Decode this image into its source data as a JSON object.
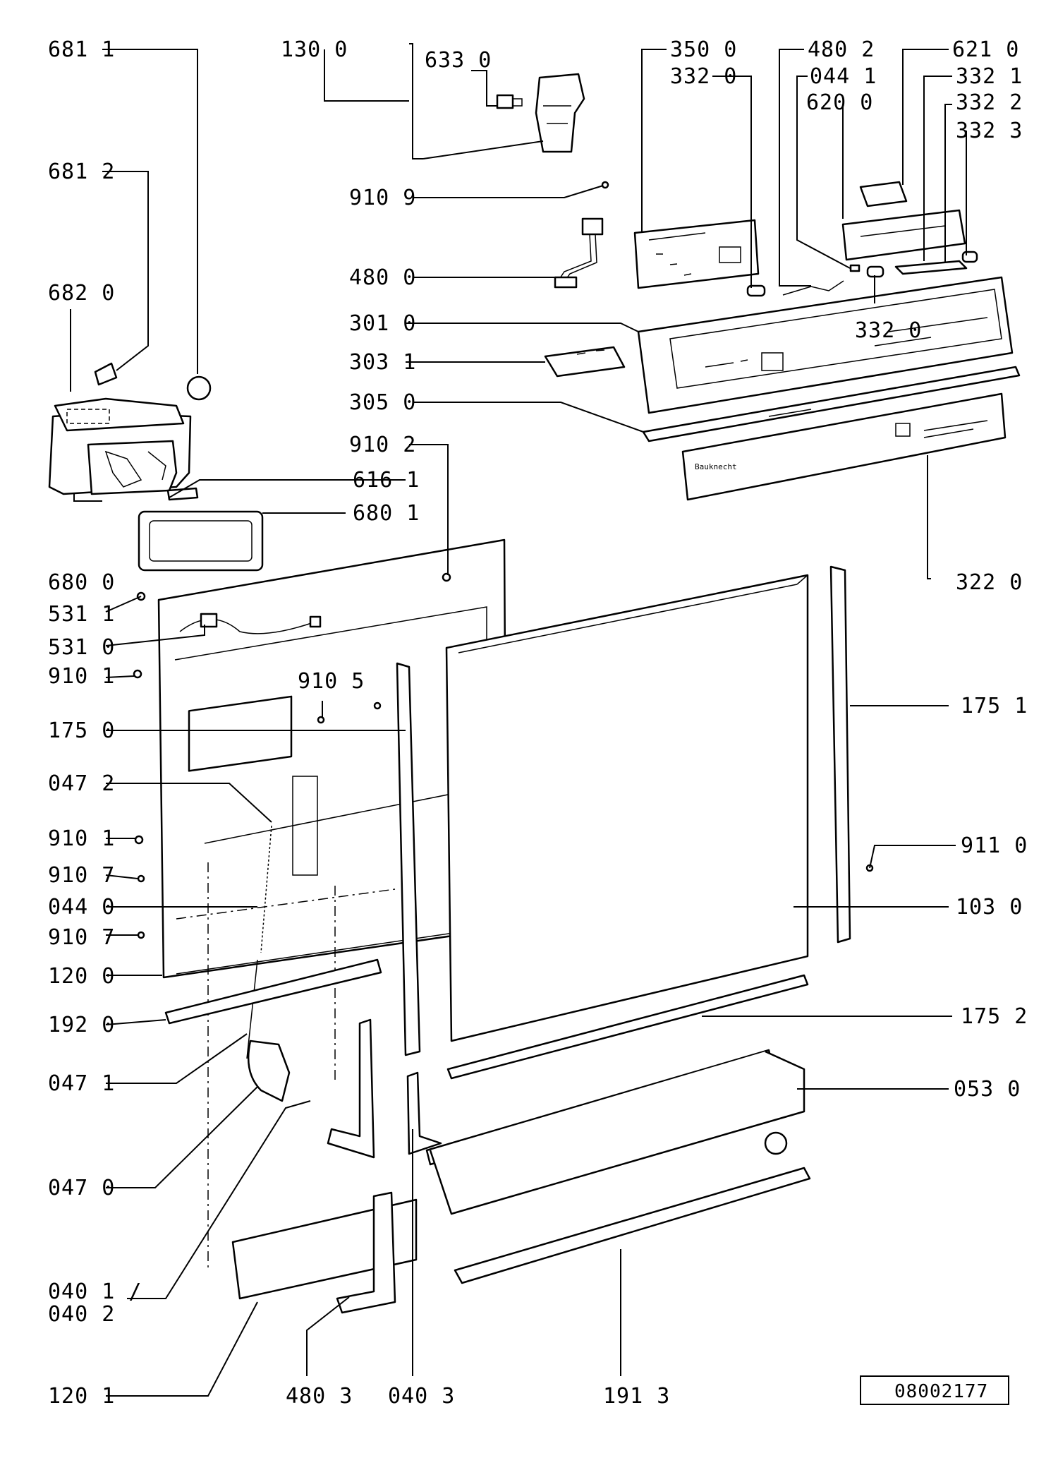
{
  "diagram_code": "08002177",
  "brand_mark": "Bauknecht",
  "labels": {
    "l_6811": "681 1",
    "l_1300": "130 0",
    "l_6330": "633 0",
    "l_3500": "350 0",
    "l_3320_top": "332 0",
    "l_4802": "480 2",
    "l_0441": "044 1",
    "l_6200": "620 0",
    "l_6210": "621 0",
    "l_3321": "332 1",
    "l_3322": "332 2",
    "l_3323": "332 3",
    "l_6812": "681 2",
    "l_9109": "910 9",
    "l_6820": "682 0",
    "l_4800": "480 0",
    "l_3010": "301 0",
    "l_3320_mid": "332 0",
    "l_3031": "303 1",
    "l_3050": "305 0",
    "l_9102": "910 2",
    "l_6161": "616 1",
    "l_6801": "680 1",
    "l_6800": "680 0",
    "l_3220": "322 0",
    "l_5311": "531 1",
    "l_5310": "531 0",
    "l_9101_a": "910 1",
    "l_9105": "910 5",
    "l_1750": "175 0",
    "l_1751": "175 1",
    "l_0472": "047 2",
    "l_9101_b": "910 1",
    "l_9110": "911 0",
    "l_9107_a": "910 7",
    "l_0440": "044 0",
    "l_1030": "103 0",
    "l_9107_b": "910 7",
    "l_1200": "120 0",
    "l_1920": "192 0",
    "l_1752": "175 2",
    "l_0471": "047 1",
    "l_0530": "053 0",
    "l_0470": "047 0",
    "l_0401": "040 1 /",
    "l_0402": "040 2",
    "l_1201": "120 1",
    "l_4803": "480 3",
    "l_0403": "040 3",
    "l_1913": "191 3"
  }
}
